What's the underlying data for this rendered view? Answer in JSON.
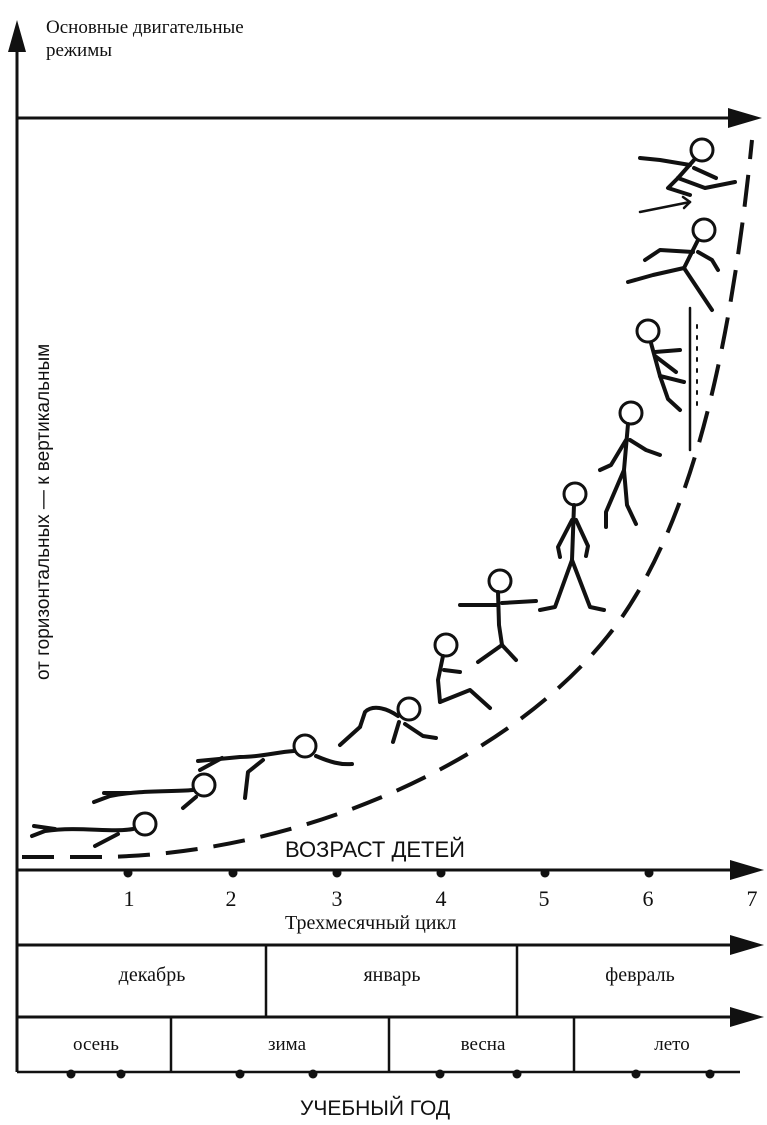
{
  "title_lines": [
    "Основные двигательные",
    "режимы"
  ],
  "vertical_label": "от горизонтальных — к вертикальным",
  "age_axis": {
    "title": "ВОЗРАСТ ДЕТЕЙ",
    "ticks": [
      "1",
      "2",
      "3",
      "4",
      "5",
      "6",
      "7"
    ]
  },
  "cycle": {
    "title": "Трехмесячный цикл",
    "months": [
      "декабрь",
      "январь",
      "февраль"
    ]
  },
  "seasons": [
    "осень",
    "зима",
    "весна",
    "лето"
  ],
  "year_label": "УЧЕБНЫЙ ГОД",
  "figures": [
    "lying-child",
    "crawling-child",
    "crawling-child",
    "child-on-all-fours",
    "sitting-child",
    "kneeling-child",
    "standing-child",
    "walking-child",
    "climbing-child",
    "running-child",
    "jumping-child"
  ],
  "colors": {
    "ink": "#111111",
    "paper": "#ffffff"
  }
}
